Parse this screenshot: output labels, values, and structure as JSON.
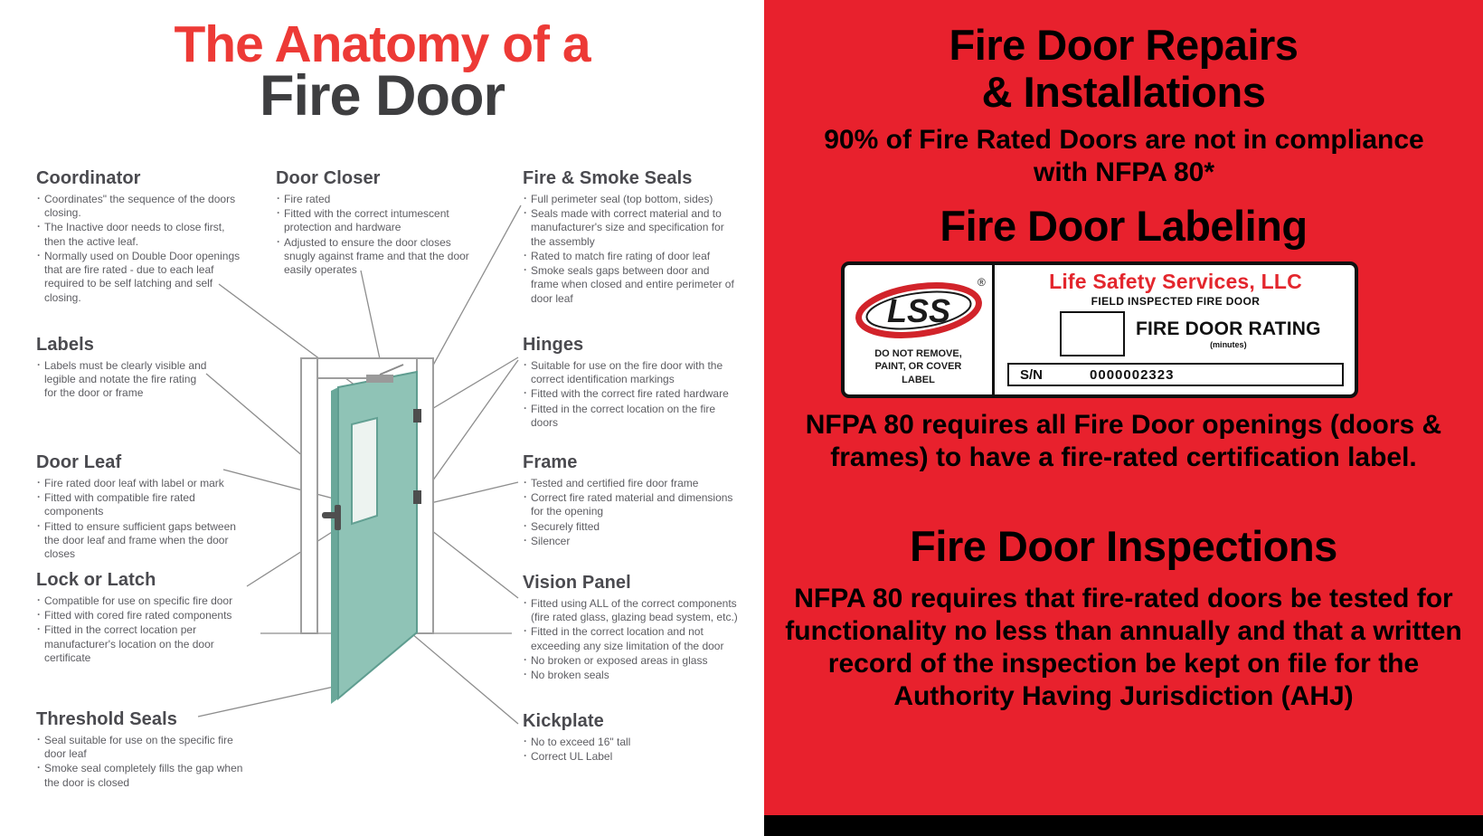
{
  "left": {
    "title_line1": "The Anatomy of a",
    "title_line2": "Fire Door",
    "sections": {
      "coordinator": {
        "title": "Coordinator",
        "bullets": [
          "Coordinates\" the sequence of the doors closing.",
          "The Inactive door needs to close first, then the active leaf.",
          "Normally used on Double Door openings that are fire rated - due to each leaf required to be self latching and self closing."
        ]
      },
      "door_closer": {
        "title": "Door Closer",
        "bullets": [
          "Fire rated",
          "Fitted with the correct intumescent protection and hardware",
          "Adjusted to ensure the door closes snugly against frame and that the door easily operates"
        ]
      },
      "fire_smoke_seals": {
        "title": "Fire & Smoke Seals",
        "bullets": [
          "Full perimeter seal (top bottom, sides)",
          "Seals made with correct material and to manufacturer's size and specification for the assembly",
          "Rated to match fire rating of door leaf",
          "Smoke seals gaps between door and frame when closed and entire perimeter of door leaf"
        ]
      },
      "labels": {
        "title": "Labels",
        "bullets": [
          "Labels must be clearly visible and legible and notate the fire rating for the door or frame"
        ]
      },
      "hinges": {
        "title": "Hinges",
        "bullets": [
          "Suitable for use on the fire door with the correct identification markings",
          "Fitted with the correct fire rated hardware",
          "Fitted in the correct location on the fire doors"
        ]
      },
      "door_leaf": {
        "title": "Door Leaf",
        "bullets": [
          "Fire rated door leaf with label or mark",
          "Fitted with compatible fire rated components",
          "Fitted to ensure sufficient gaps between the door leaf and frame when the door closes"
        ]
      },
      "frame": {
        "title": "Frame",
        "bullets": [
          "Tested and certified fire door frame",
          "Correct fire rated material and dimensions for the opening",
          "Securely fitted",
          "Silencer"
        ]
      },
      "lock_or_latch": {
        "title": "Lock or Latch",
        "bullets": [
          "Compatible for use on specific fire door",
          "Fitted with cored fire rated components",
          "Fitted in the correct location per manufacturer's location on the door certificate"
        ]
      },
      "vision_panel": {
        "title": "Vision Panel",
        "bullets": [
          "Fitted using ALL of the correct components (fire rated glass, glazing bead system, etc.)",
          "Fitted in the correct location and not exceeding any size limitation of the door",
          "No broken or exposed areas in glass",
          "No broken seals"
        ]
      },
      "threshold_seals": {
        "title": "Threshold Seals",
        "bullets": [
          "Seal suitable for use on the specific fire door leaf",
          "Smoke seal completely fills the gap when the door is closed"
        ]
      },
      "kickplate": {
        "title": "Kickplate",
        "bullets": [
          "No to exceed 16\" tall",
          "Correct UL Label"
        ]
      }
    }
  },
  "right": {
    "heading1_line1": "Fire Door Repairs",
    "heading1_line2": "& Installations",
    "subtext1": "90% of Fire Rated Doors are not in compliance with NFPA 80*",
    "heading2": "Fire Door Labeling",
    "label_card": {
      "logo_text": "LSS",
      "logo_registered": "®",
      "do_not_remove": "DO NOT REMOVE, PAINT, OR COVER LABEL",
      "company": "Life Safety Services, LLC",
      "field_inspected": "FIELD INSPECTED FIRE DOOR",
      "rating_title": "FIRE DOOR RATING",
      "rating_sub": "(minutes)",
      "sn_label": "S/N",
      "sn_value": "0000002323"
    },
    "para1": "NFPA 80 requires all Fire Door openings (doors & frames) to have a fire-rated certification label.",
    "heading3": "Fire Door Inspections",
    "para2": "NFPA 80 requires that fire-rated doors be tested for functionality no less than annually and that a written record of the inspection be kept on file for the Authority Having Jurisdiction (AHJ)"
  },
  "colors": {
    "red_background": "#e8212d",
    "title_red": "#ed3a36",
    "title_dark": "#3e3e40",
    "door_teal": "#8fc3b6",
    "label_company_red": "#e3262d"
  }
}
